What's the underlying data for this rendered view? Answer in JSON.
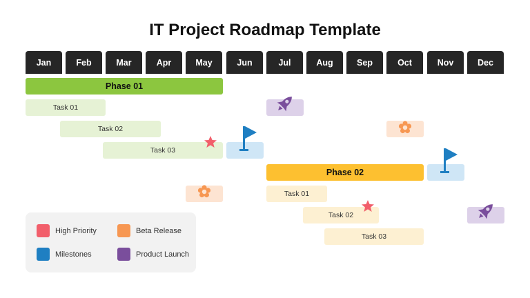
{
  "title": "IT Project Roadmap Template",
  "months": [
    "Jan",
    "Feb",
    "Mar",
    "Apr",
    "May",
    "Jun",
    "Jul",
    "Aug",
    "Sep",
    "Oct",
    "Nov",
    "Dec"
  ],
  "phase1": {
    "label": "Phase 01",
    "tasks": [
      "Task 01",
      "Task 02",
      "Task 03"
    ]
  },
  "phase2": {
    "label": "Phase 02",
    "tasks": [
      "Task 01",
      "Task 02",
      "Task 03"
    ]
  },
  "legend": {
    "items": [
      "High Priority",
      "Beta Release",
      "Milestones",
      "Product Launch"
    ]
  },
  "colors": {
    "high_priority": "#f25f6b",
    "beta_release": "#f79752",
    "milestones": "#1f7fc2",
    "product_launch": "#7a4e9c",
    "phase1": "#8cc63f",
    "phase1_task": "#e6f2d5",
    "phase2": "#fdc030",
    "phase2_task": "#fdf0d2",
    "header": "#262626"
  },
  "icons": [
    "rocket-icon",
    "flower-icon",
    "flag-icon",
    "star-icon"
  ]
}
